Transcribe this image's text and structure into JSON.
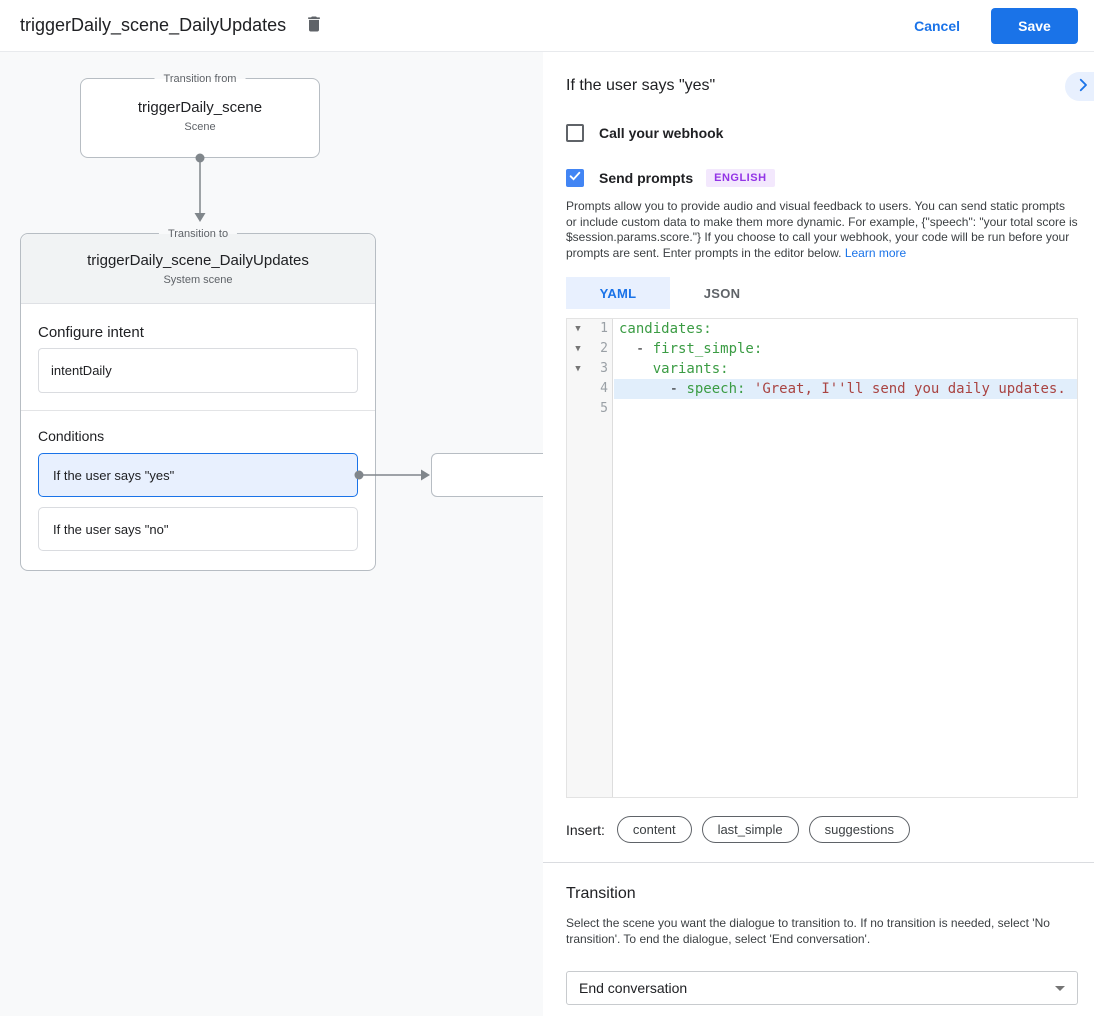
{
  "header": {
    "title": "triggerDaily_scene_DailyUpdates",
    "cancel_label": "Cancel",
    "save_label": "Save"
  },
  "canvas": {
    "from_node": {
      "legend": "Transition from",
      "title": "triggerDaily_scene",
      "subtitle": "Scene"
    },
    "to_node": {
      "legend": "Transition to",
      "title": "triggerDaily_scene_DailyUpdates",
      "subtitle": "System scene",
      "configure_intent_label": "Configure intent",
      "intent_value": "intentDaily",
      "conditions_label": "Conditions",
      "conditions": [
        {
          "label": "If the user says \"yes\"",
          "selected": true
        },
        {
          "label": "If the user says \"no\"",
          "selected": false
        }
      ]
    }
  },
  "panel": {
    "title": "If the user says \"yes\"",
    "webhook": {
      "label": "Call your webhook",
      "checked": false
    },
    "prompts": {
      "label": "Send prompts",
      "checked": true,
      "language_badge": "ENGLISH"
    },
    "description": "Prompts allow you to provide audio and visual feedback to users. You can send static prompts or include custom data to make them more dynamic. For example, {\"speech\": \"your total score is $session.params.score.\"} If you choose to call your webhook, your code will be run before your prompts are sent. Enter prompts in the editor below. ",
    "learn_more_label": "Learn more",
    "tabs": [
      {
        "label": "YAML",
        "active": true
      },
      {
        "label": "JSON",
        "active": false
      }
    ],
    "editor": {
      "active_line": 4,
      "lines": [
        {
          "num": "1",
          "segs": [
            "candidates:"
          ]
        },
        {
          "num": "2",
          "segs": [
            "  - ",
            "first_simple:"
          ]
        },
        {
          "num": "3",
          "segs": [
            "    ",
            "variants:"
          ]
        },
        {
          "num": "4",
          "segs": [
            "      - ",
            "speech:",
            " ",
            "'Great, I''ll send you daily updates."
          ]
        },
        {
          "num": "5",
          "segs": []
        }
      ]
    },
    "insert": {
      "label": "Insert:",
      "chips": [
        "content",
        "last_simple",
        "suggestions"
      ]
    },
    "transition": {
      "title": "Transition",
      "description": "Select the scene you want the dialogue to transition to. If no transition is needed, select 'No transition'. To end the dialogue, select 'End conversation'.",
      "dropdown_value": "End conversation"
    }
  },
  "colors": {
    "accent_blue": "#1a73e8",
    "checkbox_blue": "#4285f4",
    "selected_condition_bg": "#e8f0fe",
    "selected_condition_border": "#1a73e8",
    "badge_text": "#9334e6",
    "badge_bg": "#f3e8fd",
    "code_key_green": "#3b9c44",
    "code_string_red": "#a94442",
    "active_line_bg": "#e1eefb",
    "canvas_bg": "#f8f9fa"
  }
}
